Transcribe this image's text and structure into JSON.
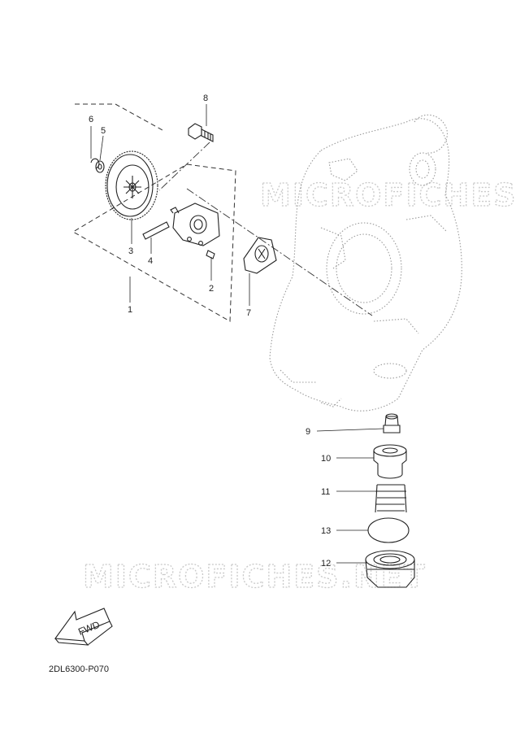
{
  "watermark": {
    "text": "MICROFICHES.NET"
  },
  "diagram_code": "2DL6300-P070",
  "direction_arrow": {
    "label": "FWD"
  },
  "callouts": [
    {
      "number": "1"
    },
    {
      "number": "2"
    },
    {
      "number": "3"
    },
    {
      "number": "4"
    },
    {
      "number": "5"
    },
    {
      "number": "6"
    },
    {
      "number": "7"
    },
    {
      "number": "8"
    },
    {
      "number": "9"
    },
    {
      "number": "10"
    },
    {
      "number": "11"
    },
    {
      "number": "12"
    },
    {
      "number": "13"
    }
  ],
  "colors": {
    "line": "#222222",
    "watermark": "#c9c9c9",
    "ghost_outline": "#9a9a9a"
  }
}
